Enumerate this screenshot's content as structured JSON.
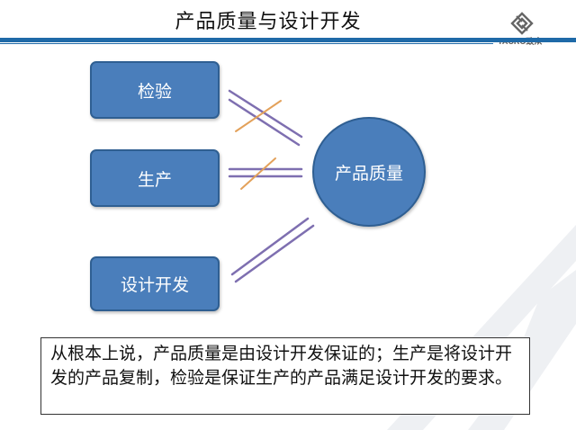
{
  "slide": {
    "title": "产品质量与设计开发",
    "logo_text": "TACRO致众"
  },
  "diagram": {
    "nodes": {
      "inspection": "检验",
      "production": "生产",
      "design": "设计开发",
      "quality": "产品质量"
    },
    "colors": {
      "box_fill": "#4a7ebb",
      "box_border": "#2f5f92",
      "connector": "#7e6fb0",
      "strike": "#e3a15a",
      "header_rule": "#1f6aa8"
    }
  },
  "note": {
    "text": "从根本上说，产品质量是由设计开发保证的；生产是将设计开发的产品复制，检验是保证生产的产品满足设计开发的要求。"
  }
}
